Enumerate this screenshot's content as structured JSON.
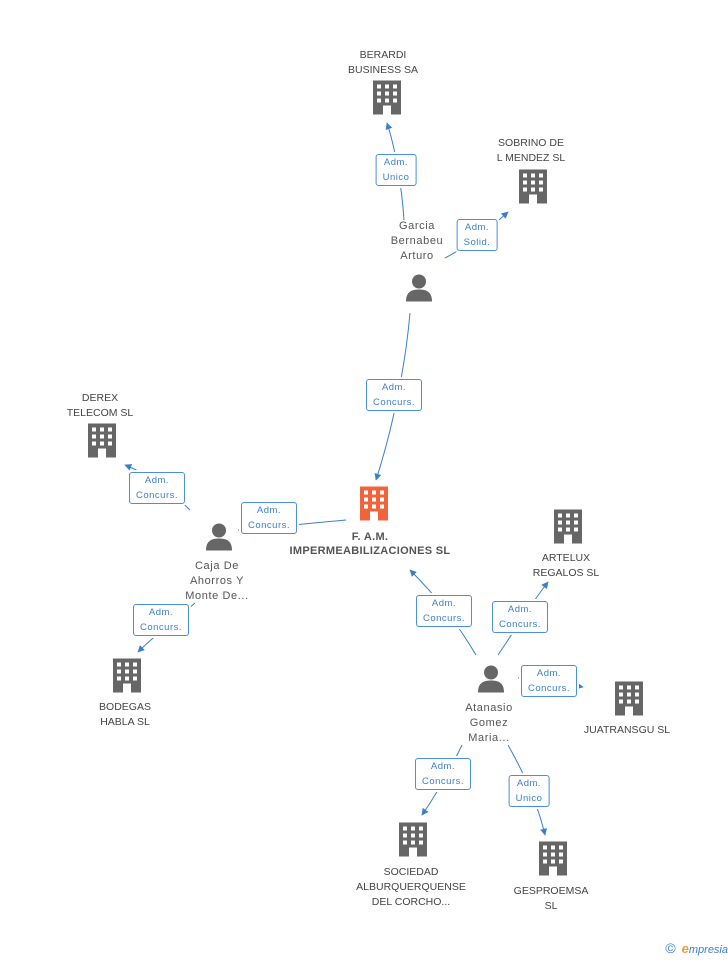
{
  "colors": {
    "accent": "#4a8fd9",
    "company": "#666666",
    "main_company": "#f0643c",
    "person": "#666666"
  },
  "nodes": {
    "main": {
      "name": "F. A.M.\nIMPERMEABILIZACIONES SL",
      "icon": "building-icon"
    },
    "berardi": {
      "name": "BERARDI\nBUSINESS SA",
      "icon": "building-icon"
    },
    "sobrino": {
      "name": "SOBRINO DE\nL MENDEZ SL",
      "icon": "building-icon"
    },
    "garcia": {
      "name": "Garcia\nBernabeu\nArturo",
      "icon": "person-icon"
    },
    "derex": {
      "name": "DEREX\nTELECOM SL",
      "icon": "building-icon"
    },
    "caja": {
      "name": "Caja De\nAhorros Y\nMonte De...",
      "icon": "person-icon"
    },
    "bodegas": {
      "name": "BODEGAS\nHABLA SL",
      "icon": "building-icon"
    },
    "artelux": {
      "name": "ARTELUX\nREGALOS SL",
      "icon": "building-icon"
    },
    "atanasio": {
      "name": "Atanasio\nGomez\nMaria...",
      "icon": "person-icon"
    },
    "juatransgu": {
      "name": "JUATRANSGU SL",
      "icon": "building-icon"
    },
    "sociedad": {
      "name": "SOCIEDAD\nALBURQUERQUENSE\nDEL CORCHO...",
      "icon": "building-icon"
    },
    "gesproemsa": {
      "name": "GESPROEMSA\nSL",
      "icon": "building-icon"
    }
  },
  "relations": [
    {
      "id": "garcia-berardi",
      "role": "Adm.\nUnico"
    },
    {
      "id": "garcia-sobrino",
      "role": "Adm.\nSolid."
    },
    {
      "id": "garcia-main",
      "role": "Adm.\nConcurs."
    },
    {
      "id": "caja-derex",
      "role": "Adm.\nConcurs."
    },
    {
      "id": "caja-main",
      "role": "Adm.\nConcurs."
    },
    {
      "id": "caja-bodegas",
      "role": "Adm.\nConcurs."
    },
    {
      "id": "atanasio-main",
      "role": "Adm.\nConcurs."
    },
    {
      "id": "atanasio-artelux",
      "role": "Adm.\nConcurs."
    },
    {
      "id": "atanasio-juatransgu",
      "role": "Adm.\nConcurs."
    },
    {
      "id": "atanasio-sociedad",
      "role": "Adm.\nConcurs."
    },
    {
      "id": "atanasio-gesproemsa",
      "role": "Adm.\nUnico"
    }
  ],
  "footer": {
    "copyright_symbol": "©",
    "brand_initial": "e",
    "brand_rest": "mpresia"
  }
}
